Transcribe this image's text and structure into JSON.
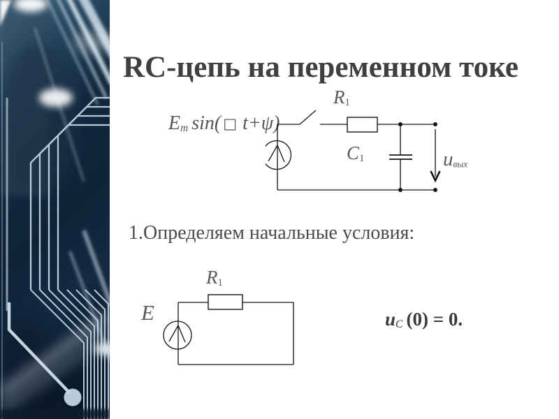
{
  "header": {
    "title": "RC-цепь на переменном токе"
  },
  "ac": {
    "formula": {
      "base": "E",
      "sub": "m",
      "fn": "sin(",
      "missing_glyph": "□",
      "arg": "t+ψ)"
    },
    "r1": {
      "base": "R",
      "sub": "1"
    },
    "c1": {
      "base": "C",
      "sub": "1"
    },
    "u_out": {
      "base": "u",
      "sub": "вых"
    }
  },
  "step1": {
    "text": "1.Определяем начальные условия:"
  },
  "dc": {
    "e_label": "E",
    "r1": {
      "base": "R",
      "sub": "1"
    },
    "result": {
      "base": "u",
      "sub": "C",
      "rest": "(0) = 0."
    }
  },
  "colors": {
    "title_text": "#3f3f3f",
    "body_text": "#4a4a4a",
    "circuit_label": "#5a5a5a",
    "wire": "#141414",
    "board_dark": "#13293f",
    "board_trace": "#c8dce9"
  }
}
